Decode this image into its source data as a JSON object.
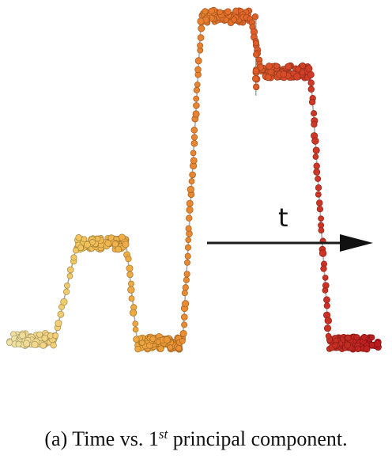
{
  "caption": {
    "prefix": "(a)  Time vs. 1",
    "superscript": "st",
    "suffix": " principal component."
  },
  "arrow": {
    "label": "t"
  },
  "chart_data": {
    "type": "scatter",
    "title": "",
    "xlabel": "",
    "ylabel": "",
    "x_range": [
      0,
      100
    ],
    "y_range": [
      0,
      100
    ],
    "grid": false,
    "legend": "none",
    "colormap": [
      "#efe3a6",
      "#f2c35a",
      "#ec9b36",
      "#e46c2a",
      "#d03a27",
      "#b8171d"
    ],
    "connector_color": "#a9a9a9",
    "levels": [
      {
        "x_start": 0,
        "x_end": 12,
        "y": 6
      },
      {
        "x_start": 18,
        "x_end": 31,
        "y": 34
      },
      {
        "x_start": 34,
        "x_end": 46,
        "y": 5
      },
      {
        "x_start": 51,
        "x_end": 64,
        "y": 100
      },
      {
        "x_start": 67,
        "x_end": 80,
        "y": 84
      },
      {
        "x_start": 85,
        "x_end": 98,
        "y": 5
      }
    ],
    "transitions": [
      {
        "x_from": 12,
        "x_to": 18,
        "y_from": 6,
        "y_to": 34
      },
      {
        "x_from": 31,
        "x_to": 34,
        "y_from": 34,
        "y_to": 5
      },
      {
        "x_from": 46,
        "x_to": 51,
        "y_from": 5,
        "y_to": 100
      },
      {
        "x_from": 64,
        "x_to": 67,
        "y_from": 100,
        "y_to": 84
      },
      {
        "x_from": 80,
        "x_to": 85,
        "y_from": 84,
        "y_to": 5
      }
    ],
    "spike": {
      "x": 65.5,
      "y_from": 100,
      "y_to": 77
    }
  }
}
